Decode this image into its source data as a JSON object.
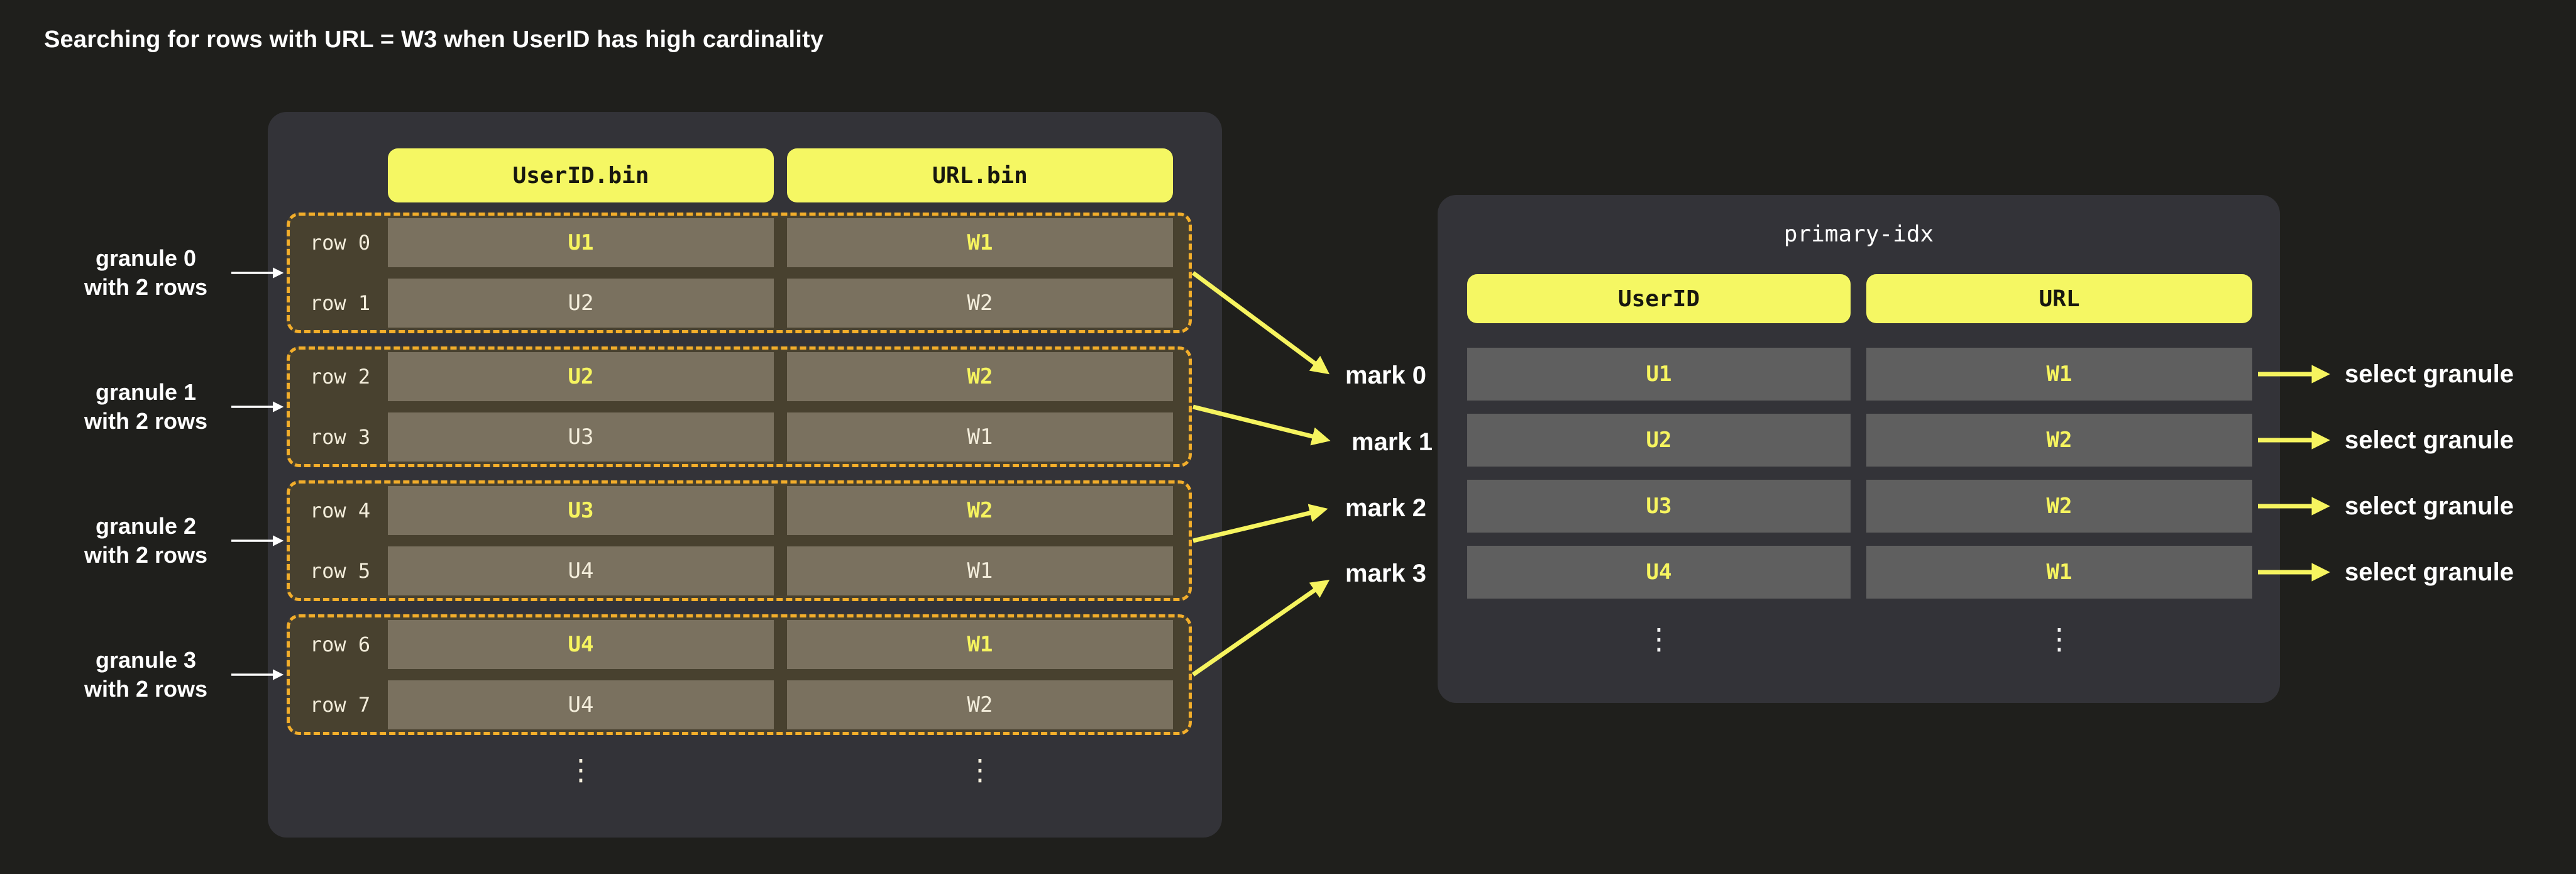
{
  "title": "Searching for rows with  URL = W3 when UserID has high cardinality",
  "bin_panel": {
    "headers": [
      "UserID.bin",
      "URL.bin"
    ],
    "ellipsis": "⋮",
    "granules": [
      {
        "label_line1": "granule 0",
        "label_line2": "with 2 rows",
        "mark": "mark 0",
        "rows": [
          {
            "label": "row 0",
            "userid": "U1",
            "url": "W1",
            "highlight": true
          },
          {
            "label": "row 1",
            "userid": "U2",
            "url": "W2",
            "highlight": false
          }
        ]
      },
      {
        "label_line1": "granule 1",
        "label_line2": "with 2 rows",
        "mark": "mark 1",
        "rows": [
          {
            "label": "row 2",
            "userid": "U2",
            "url": "W2",
            "highlight": true
          },
          {
            "label": "row 3",
            "userid": "U3",
            "url": "W1",
            "highlight": false
          }
        ]
      },
      {
        "label_line1": "granule 2",
        "label_line2": "with 2 rows",
        "mark": "mark 2",
        "rows": [
          {
            "label": "row 4",
            "userid": "U3",
            "url": "W2",
            "highlight": true
          },
          {
            "label": "row 5",
            "userid": "U4",
            "url": "W1",
            "highlight": false
          }
        ]
      },
      {
        "label_line1": "granule 3",
        "label_line2": "with 2 rows",
        "mark": "mark 3",
        "rows": [
          {
            "label": "row 6",
            "userid": "U4",
            "url": "W1",
            "highlight": true
          },
          {
            "label": "row 7",
            "userid": "U4",
            "url": "W2",
            "highlight": false
          }
        ]
      }
    ]
  },
  "index_panel": {
    "title": "primary-idx",
    "headers": [
      "UserID",
      "URL"
    ],
    "rows": [
      {
        "userid": "U1",
        "url": "W1",
        "action": "select granule"
      },
      {
        "userid": "U2",
        "url": "W2",
        "action": "select granule"
      },
      {
        "userid": "U3",
        "url": "W2",
        "action": "select granule"
      },
      {
        "userid": "U4",
        "url": "W1",
        "action": "select granule"
      }
    ],
    "ellipsis": "⋮"
  },
  "colors": {
    "background": "#1F1F1C",
    "panel": "#333338",
    "granule_fill": "#48412F",
    "granule_border": "#F3AE2B",
    "bin_cell": "#7A715F",
    "index_cell": "#5F5F5F",
    "pill_yellow": "#F5F763",
    "accent_yellow": "#F6F45F",
    "text_cream": "#F3EDDB",
    "text_white": "#FFFFFF"
  }
}
